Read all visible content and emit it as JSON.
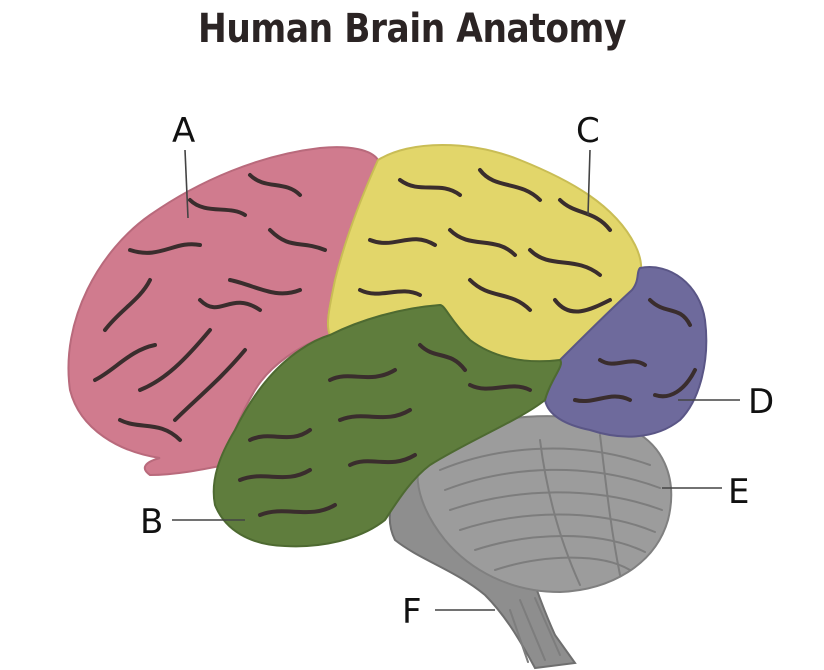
{
  "title": "Human Brain Anatomy",
  "labels": {
    "a": "A",
    "b": "B",
    "c": "C",
    "d": "D",
    "e": "E",
    "f": "F"
  },
  "colors": {
    "region_a": "#d07b8e",
    "region_b": "#5f7d3d",
    "region_c": "#e2d66a",
    "region_d": "#6e6a9c",
    "region_e": "#9c9c9c",
    "region_f": "#8e8e8e"
  }
}
